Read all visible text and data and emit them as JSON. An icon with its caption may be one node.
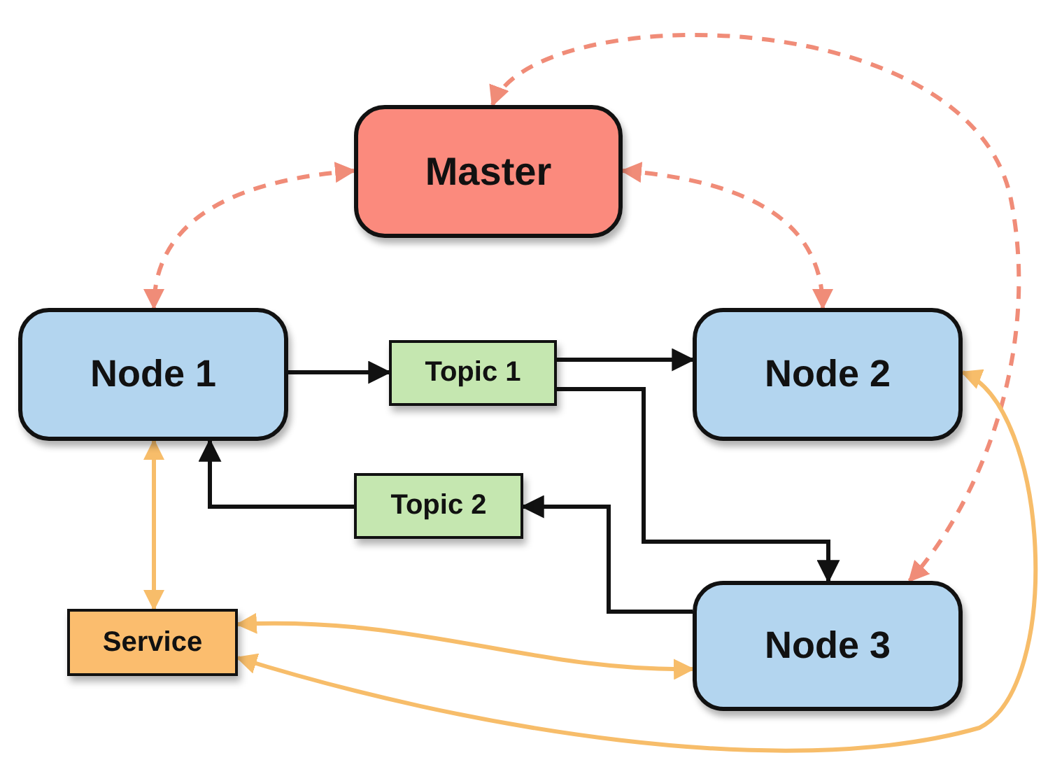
{
  "diagram": {
    "nodes": [
      {
        "text": [
          "Master"
        ]
      },
      {
        "text": [
          "Node 1"
        ]
      },
      {
        "text": [
          "Topic 1"
        ]
      },
      {
        "text": [
          "Node 2"
        ]
      },
      {
        "text": [
          "Topic 2"
        ]
      },
      {
        "text": [
          "Service"
        ]
      },
      {
        "text": [
          "Node 3"
        ]
      }
    ],
    "edges": [
      {
        "from": 0,
        "to": 1,
        "arrow": "both",
        "style": "dashed",
        "color": "#f08c78"
      },
      {
        "from": 0,
        "to": 3,
        "arrow": "both",
        "style": "dashed",
        "color": "#f08c78"
      },
      {
        "from": 0,
        "to": 6,
        "arrow": "both",
        "style": "dashed",
        "color": "#f08c78"
      },
      {
        "from": 1,
        "to": 2,
        "arrow": "to"
      },
      {
        "from": 2,
        "to": 3,
        "arrow": "to"
      },
      {
        "from": 2,
        "to": 6,
        "arrow": "to"
      },
      {
        "from": 6,
        "to": 4,
        "arrow": "to"
      },
      {
        "from": 4,
        "to": 1,
        "arrow": "to"
      },
      {
        "from": 1,
        "to": 5,
        "arrow": "both",
        "color": "#f7bd6a"
      },
      {
        "from": 5,
        "to": 6,
        "arrow": "both",
        "color": "#f7bd6a"
      },
      {
        "from": 5,
        "to": 3,
        "arrow": "both",
        "color": "#f7bd6a"
      }
    ]
  }
}
